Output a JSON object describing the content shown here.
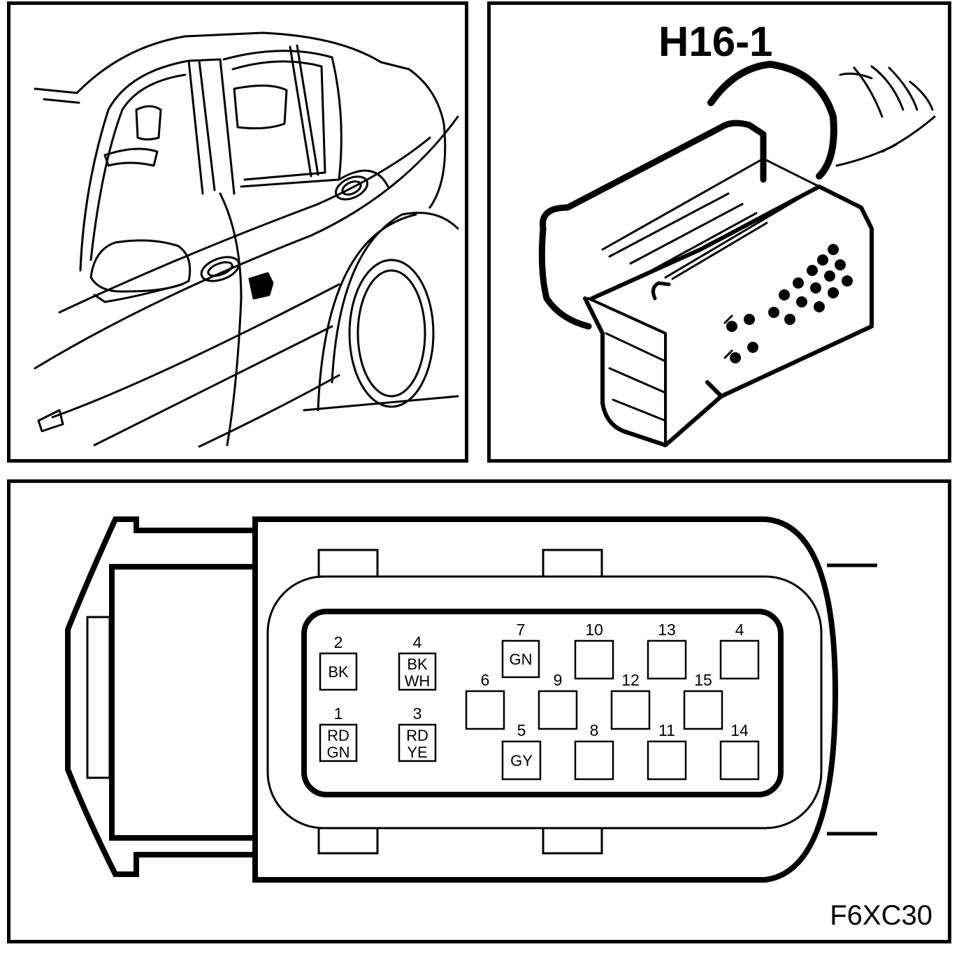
{
  "connector_title": "H16-1",
  "figure_code": "F6XC30",
  "pins": [
    {
      "num": "2",
      "wire": [
        "BK"
      ]
    },
    {
      "num": "4",
      "wire": [
        "BK",
        "WH"
      ]
    },
    {
      "num": "1",
      "wire": [
        "RD",
        "GN"
      ]
    },
    {
      "num": "3",
      "wire": [
        "RD",
        "YE"
      ]
    },
    {
      "num": "7",
      "wire": [
        "GN"
      ]
    },
    {
      "num": "5",
      "wire": [
        "GY"
      ]
    },
    {
      "num": "10",
      "wire": []
    },
    {
      "num": "13",
      "wire": []
    },
    {
      "num": "4",
      "wire": []
    },
    {
      "num": "6",
      "wire": []
    },
    {
      "num": "9",
      "wire": []
    },
    {
      "num": "12",
      "wire": []
    },
    {
      "num": "15",
      "wire": []
    },
    {
      "num": "8",
      "wire": []
    },
    {
      "num": "11",
      "wire": []
    },
    {
      "num": "14",
      "wire": []
    }
  ]
}
